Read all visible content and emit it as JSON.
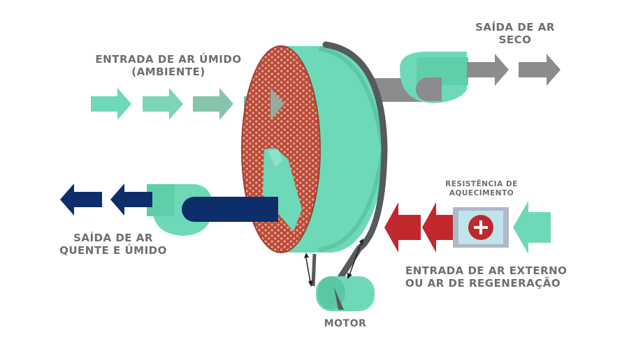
{
  "labels": {
    "humid_air_in": {
      "line1": "ENTRADA DE AR ÚMIDO",
      "line2": "(AMBIENTE)"
    },
    "dry_air_out": {
      "line1": "SAÍDA DE AR",
      "line2": "SECO"
    },
    "hot_humid_out": {
      "line1": "SAÍDA DE AR",
      "line2": "QUENTE E ÚMIDO"
    },
    "heater": {
      "line1": "RESISTÊNCIA DE",
      "line2": "AQUECIMENTO"
    },
    "external_air_in": {
      "line1": "ENTRADA DE AR EXTERNO",
      "line2": "OU AR DE REGENERAÇÃO"
    },
    "motor": "MOTOR"
  },
  "colors": {
    "humid_air": "#6ed9b8",
    "dry_air": "#8a8c8e",
    "hot_humid_air": "#0d2e6b",
    "hot_regen_air": "#c0282d",
    "rotor_body": "#66d4b0",
    "rotor_media": "#b84a3a",
    "label_text": "#6d6e70"
  },
  "icons": {
    "heater": "plus-in-circle-icon"
  }
}
